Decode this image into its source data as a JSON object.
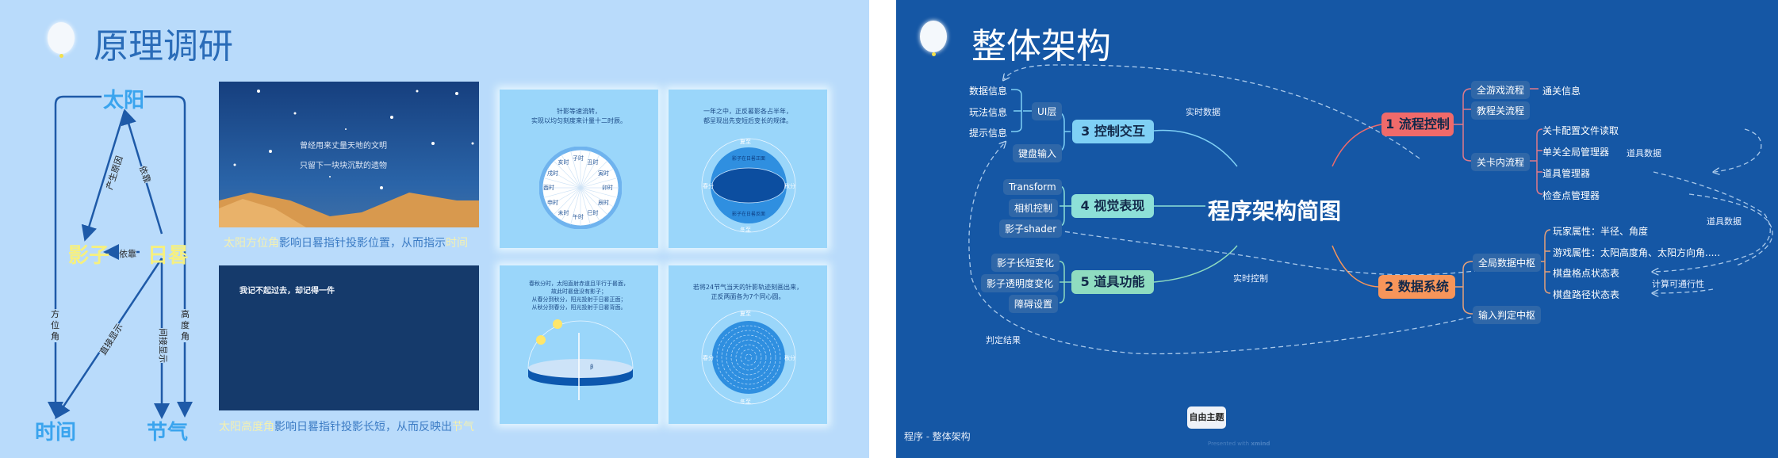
{
  "left_slide": {
    "title": "原理调研",
    "diagram": {
      "sun": "太阳",
      "shadow": "影子",
      "sundial": "日晷",
      "time": "时间",
      "solar_term": "节气",
      "edge_cause": "产生原因",
      "edge_depend1": "依靠",
      "edge_depend2": "依靠",
      "edge_azimuth": "方位角",
      "edge_altitude": "高度角",
      "edge_direct": "直接显示",
      "edge_indirect": "间接显示"
    },
    "panel1": {
      "line1": "曾经用来丈量天地的文明",
      "line2": "只留下一块块沉默的遗物",
      "caption_hl1": "太阳方位角",
      "caption_mid": "影响日晷指针投影位置，从而指示",
      "caption_hl2": "时间"
    },
    "panel2": {
      "line1": "我记不起过去，却记得一件",
      "caption_hl1": "太阳高度角",
      "caption_mid": "影响日晷指针投影长短，从而反映出",
      "caption_hl2": "节气"
    },
    "card1": {
      "text1": "针影等速流转，",
      "text2": "实现以均匀刻度来计量十二时辰。",
      "hours": [
        "子时",
        "丑时",
        "寅时",
        "卯时",
        "辰时",
        "巳时",
        "午时",
        "未时",
        "申时",
        "酉时",
        "戌时",
        "亥时"
      ]
    },
    "card2": {
      "text1": "一年之中，正反晷影各占半年，",
      "text2": "都呈现出先变短后变长的规律。",
      "top": "夏至",
      "bottom": "冬至",
      "left": "春分",
      "right": "秋分",
      "front": "影子在日晷正面",
      "back": "影子在日晷反面"
    },
    "card3": {
      "text1": "春秋分时，太阳直射赤道且平行于晷面，",
      "text2": "故此时晷盘没有影子；",
      "text3": "从春分到秋分，阳光投射于日晷正面；",
      "text4": "从秋分到春分，阳光投射于日晷背面。",
      "beta": "β"
    },
    "card4": {
      "text1": "若将24节气当天的针影轨迹刻画出来，",
      "text2": "正反两面各为7个同心圆。",
      "top": "夏至",
      "bottom": "冬至",
      "left": "春分",
      "right": "秋分"
    }
  },
  "right_slide": {
    "title": "整体架构",
    "center": "程序架构简图",
    "branch3": {
      "label": "3 控制交互",
      "ui": "UI层",
      "ui_items": [
        "数据信息",
        "玩法信息",
        "提示信息"
      ],
      "keyboard": "键盘输入",
      "color": "#7fd0f5"
    },
    "branch4": {
      "label": "4 视觉表现",
      "items": [
        "Transform",
        "相机控制",
        "影子shader"
      ],
      "color": "#8de0d8"
    },
    "branch5": {
      "label": "5 道具功能",
      "items": [
        "影子长短变化",
        "影子透明度变化",
        "障碍设置"
      ],
      "color": "#8fdcc0"
    },
    "branch1": {
      "label": "1 流程控制",
      "items": [
        "全游戏流程",
        "教程关流程",
        "关卡内流程"
      ],
      "clear_info": "通关信息",
      "level_items": [
        "关卡配置文件读取",
        "单关全局管理器",
        "道具管理器",
        "检查点管理器"
      ],
      "color": "#f06a6a"
    },
    "branch2": {
      "label": "2 数据系统",
      "items": [
        "全局数据中枢",
        "输入判定中枢"
      ],
      "global_items": [
        "玩家属性：半径、角度",
        "游戏属性：太阳高度角、太阳方向角.....",
        "棋盘格点状态表",
        "棋盘路径状态表"
      ],
      "color": "#f7955a"
    },
    "relations": {
      "realtime_data": "实时数据",
      "realtime_control": "实时控制",
      "judge_result": "判定结果",
      "item_data1": "道具数据",
      "item_data2": "道具数据",
      "passability": "计算可通行性"
    },
    "free_topic": "自由主题",
    "footer": "程序 - 整体架构",
    "watermark_prefix": "Presented with ",
    "watermark_brand": "xmind"
  }
}
